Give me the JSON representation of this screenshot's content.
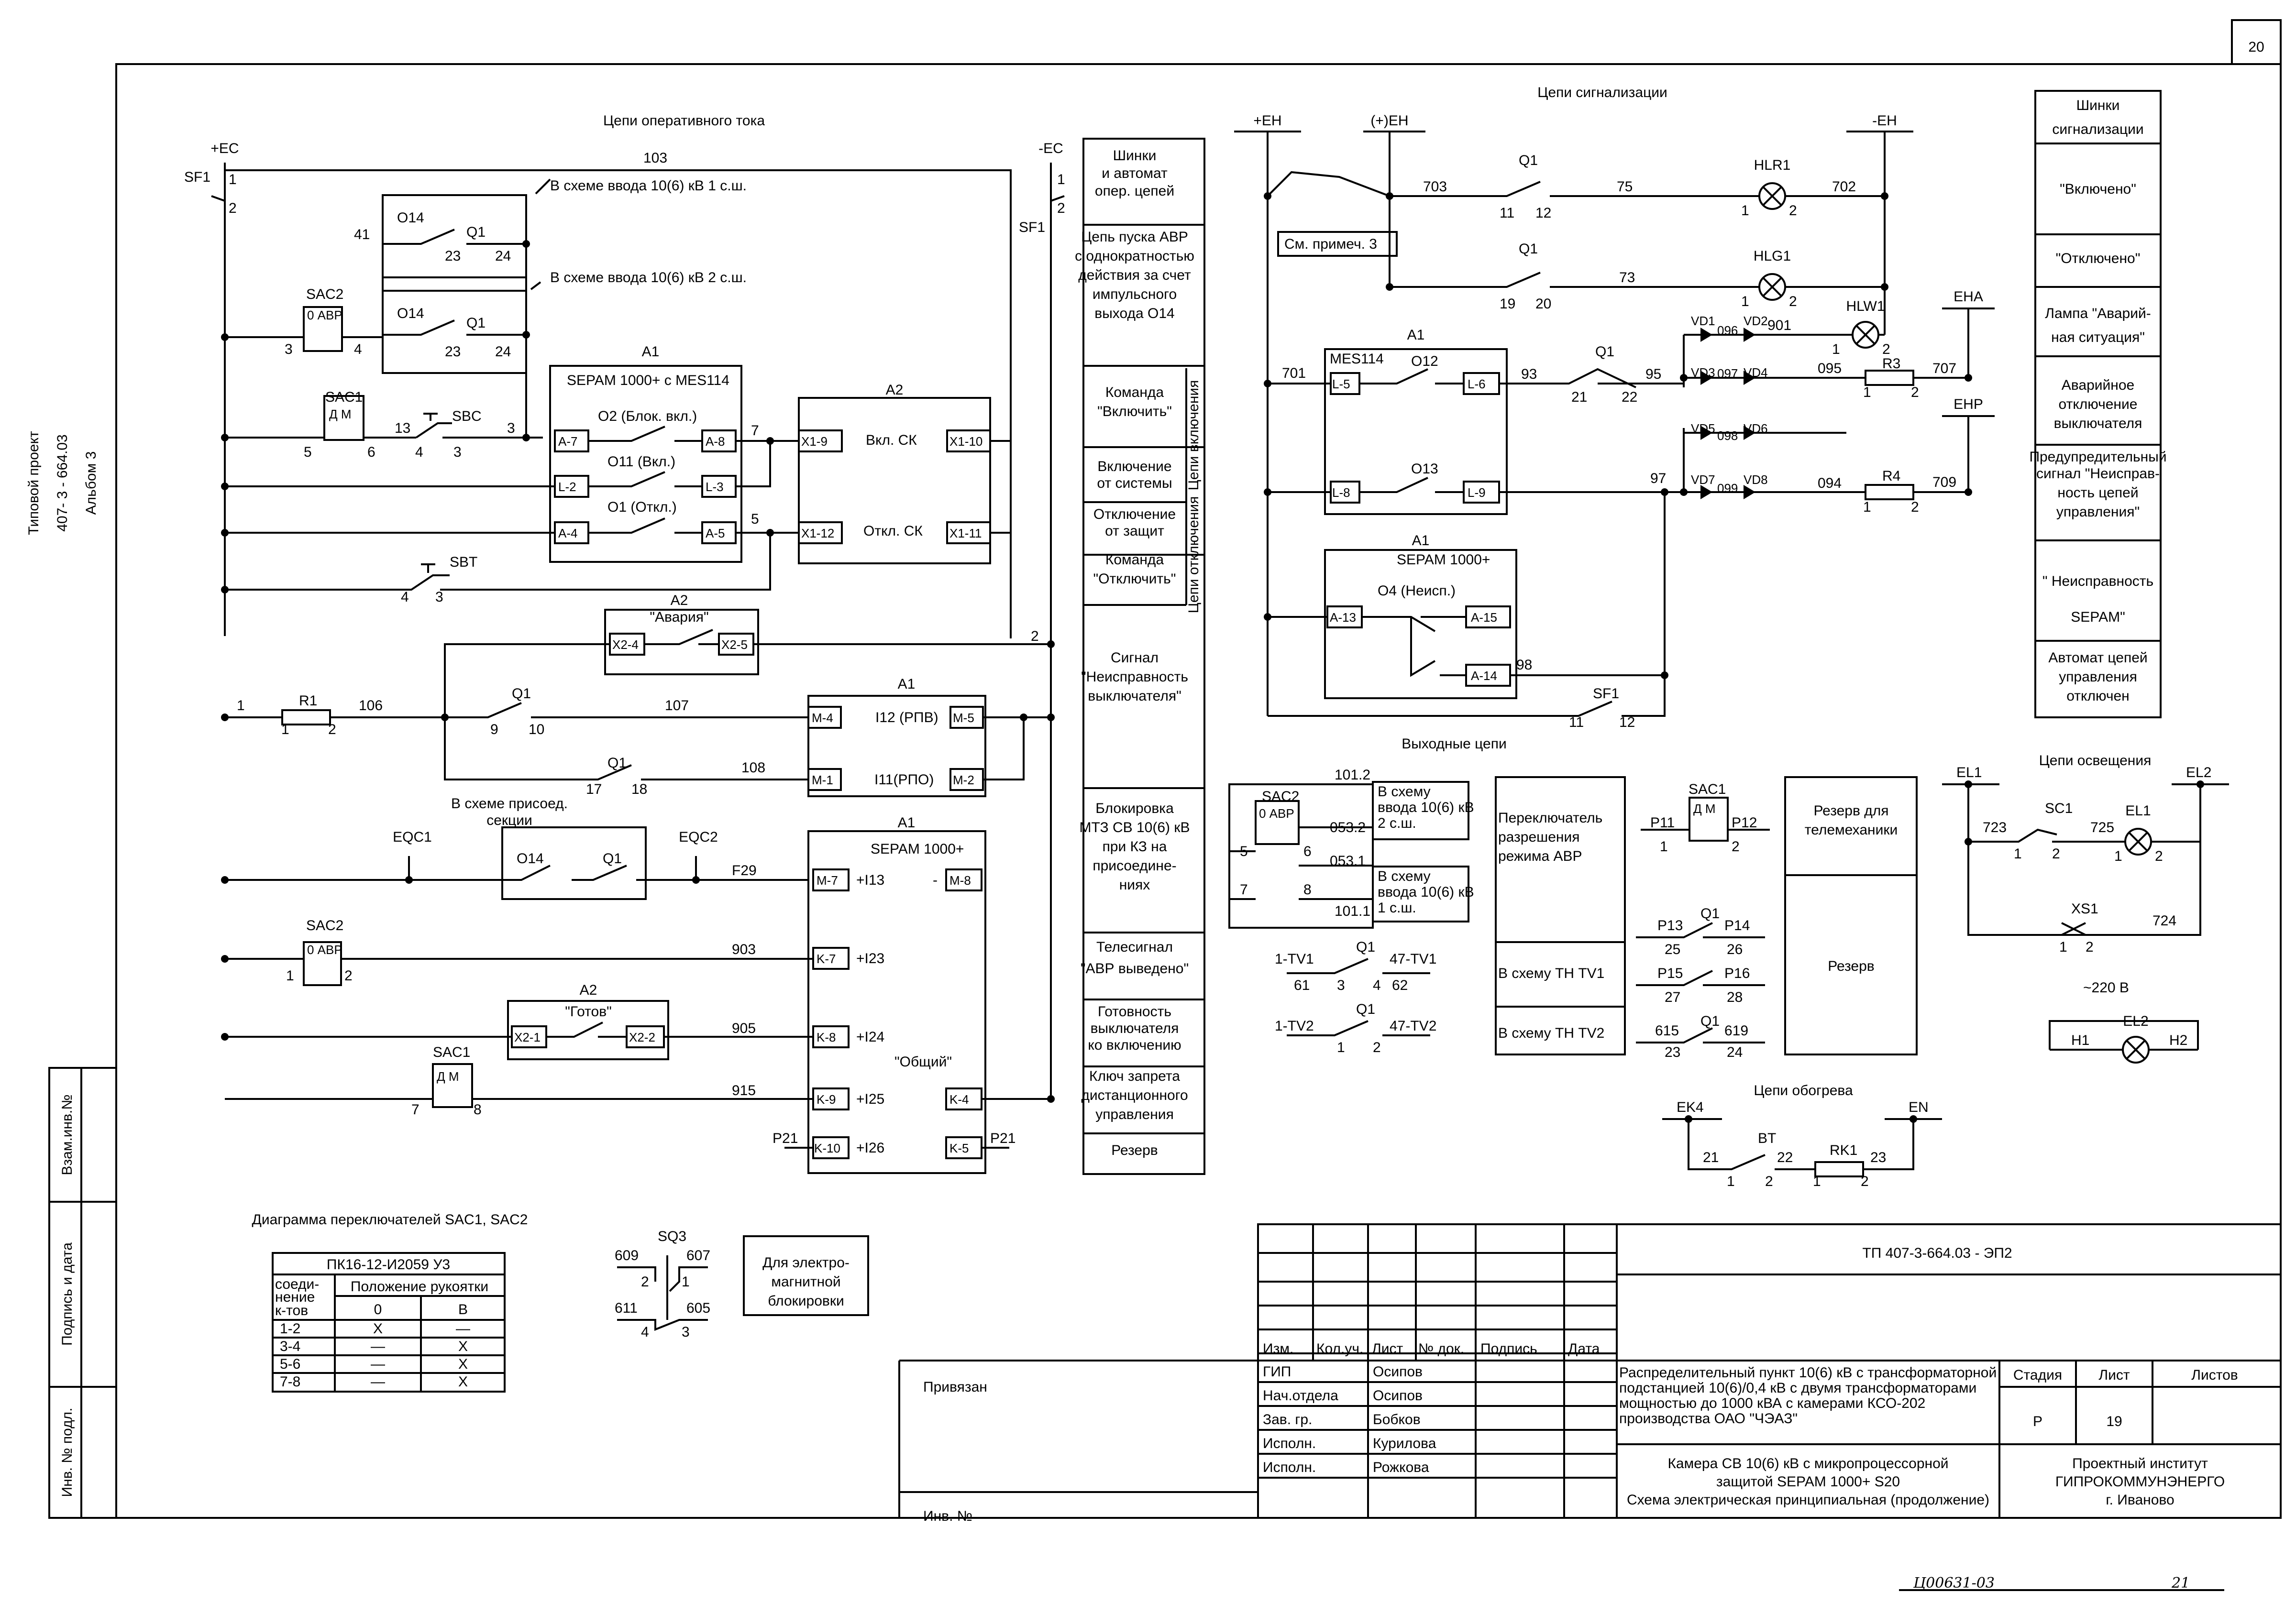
{
  "sheet_number": "20",
  "side_title": [
    "Типовой проект",
    "407- 3 - 664.03",
    "Альбом  3"
  ],
  "section_headers": {
    "operating": "Цепи оперативного тока",
    "signaling": "Цепи сигнализации",
    "output": "Выходные цепи",
    "lighting": "Цепи освещения",
    "heating": "Цепи обогрева",
    "switch_diagram": "Диаграмма переключателей SAC1, SAC2"
  },
  "op_labels": {
    "plus_ec": "+EC",
    "minus_ec": "-EC",
    "sf1": "SF1",
    "w103": "103",
    "note1": "В схеме ввода 10(6) кВ 1 с.ш.",
    "note2": "В схеме ввода 10(6) кВ 2 с.ш.",
    "o14": "O14",
    "q1": "Q1",
    "n41": "41",
    "n23": "23",
    "n24": "24",
    "sac2": "SAC2",
    "sac1": "SAC1",
    "o_abr": "0 АВР",
    "d_m": "Д  М",
    "sbc": "SBC",
    "sbt": "SBT",
    "n13": "13",
    "n3": "3",
    "n4": "4",
    "n5": "5",
    "n6": "6",
    "n7": "7",
    "n8": "8",
    "n1": "1",
    "n2": "2",
    "a1": "A1",
    "a2": "A2",
    "sepam_mes": "SEPAM 1000+ с MES114",
    "o2": "O2 (Блок. вкл.)",
    "o11": "O11 (Вкл.)",
    "o1": "O1 (Откл.)",
    "a7": "A-7",
    "a8": "A-8",
    "l2": "L-2",
    "l3": "L-3",
    "a4": "A-4",
    "a5": "A-5",
    "x19": "X1-9",
    "x110": "X1-10",
    "x112": "X1-12",
    "x111": "X1-11",
    "vkl_sk": "Вкл. СК",
    "otkl_sk": "Откл. СК",
    "avaria": "\"Авария\"",
    "x24": "X2-4",
    "x25": "X2-5",
    "r1": "R1",
    "w106": "106",
    "w107": "107",
    "w108": "108",
    "n9": "9",
    "n10": "10",
    "n17": "17",
    "n18": "18",
    "m4": "M-4",
    "m5": "M-5",
    "m1": "M-1",
    "m2": "M-2",
    "i12": "I12 (РПВ)",
    "i11": "I11(РПО)",
    "prisoed": "В схеме присоед.",
    "sekcii": "секции",
    "eqc1": "EQC1",
    "eqc2": "EQC2",
    "f29": "F29",
    "sepam": "SEPAM 1000+",
    "m7": "M-7",
    "m8": "M-8",
    "i13": "+I13",
    "minus": "-",
    "w903": "903",
    "k7": "K-7",
    "i23": "+I23",
    "gotov": "\"Готов\"",
    "x21": "X2-1",
    "x22": "X2-2",
    "w905": "905",
    "k8": "K-8",
    "i24": "+I24",
    "obshiy": "\"Общий\"",
    "w915": "915",
    "k9": "K-9",
    "i25": "+I25",
    "k4": "K-4",
    "p21": "P21",
    "k10": "K-10",
    "i26": "+I26",
    "k5": "K-5"
  },
  "op_legend": [
    "Шинки",
    "и автомат",
    "опер. цепей",
    "Цепь пуска АВР",
    "с однократностью",
    "действия за счет",
    "импульсного",
    "выхода O14",
    "Команда",
    "\"Включить\"",
    "Включение",
    "от системы",
    "Цепи включения",
    "Отключение",
    "от защит",
    "Команда",
    "\"Отключить\"",
    "Цепи отключения",
    "Сигнал",
    "\"Неисправность",
    "выключателя\"",
    "Блокировка",
    "МТЗ СВ 10(6) кВ",
    "при КЗ на",
    "присоедине-",
    "ниях",
    "Телесигнал",
    "\"АВР выведено\"",
    "Готовность",
    "выключателя",
    "ко включению",
    "Ключ запрета",
    "дистанционного",
    "управления",
    "Резерв"
  ],
  "sig_labels": {
    "plus_eh": "+EH",
    "pplus_eh": "(+)EH",
    "minus_eh": "-EH",
    "w703": "703",
    "w75": "75",
    "w702": "702",
    "w73": "73",
    "hlr1": "HLR1",
    "hlg1": "HLG1",
    "hlw1": "HLW1",
    "q1": "Q1",
    "n11": "11",
    "n12": "12",
    "n19": "19",
    "n20": "20",
    "note3": "См. примеч. 3",
    "n1": "1",
    "n2": "2",
    "vd1": "VD1",
    "vd2": "VD2",
    "vd3": "VD3",
    "vd4": "VD4",
    "vd5": "VD5",
    "vd6": "VD6",
    "vd7": "VD7",
    "vd8": "VD8",
    "w096": "096",
    "w097": "097",
    "w098": "098",
    "w099": "099",
    "w901": "901",
    "a1": "A1",
    "mes114": "MES114",
    "o12": "O12",
    "o13": "O13",
    "l5": "L-5",
    "l6": "L-6",
    "l8": "L-8",
    "l9": "L-9",
    "w701": "701",
    "w93": "93",
    "w95": "95",
    "w97": "97",
    "n21": "21",
    "n22": "22",
    "eha": "EHA",
    "ehp": "EHP",
    "r3": "R3",
    "r4": "R4",
    "w095": "095",
    "w707": "707",
    "w094": "094",
    "w709": "709",
    "sepam": "SEPAM 1000+",
    "o4": "O4  (Неисп.)",
    "a13": "A-13",
    "a15": "A-15",
    "a14": "A-14",
    "w98": "98",
    "sf1": "SF1"
  },
  "sig_legend": [
    "Шинки",
    "сигнализации",
    "\"Включено\"",
    "\"Отключено\"",
    "Лампа \"Аварий-",
    "ная ситуация\"",
    "Аварийное",
    "отключение",
    "выключателя",
    "Предупредительный",
    "сигнал \"Неисправ-",
    "ность цепей",
    "управления\"",
    "\" Неисправность",
    "SEPAM\"",
    "Автомат цепей",
    "управления",
    "отключен"
  ],
  "out_labels": {
    "sac2": "SAC2",
    "o_abr": "0 АВР",
    "w1012": "101.2",
    "w0532": "053.2",
    "w0531": "053.1",
    "w1011": "101.1",
    "vvod2": [
      "В схему",
      "ввода 10(6) кВ",
      "2 с.ш."
    ],
    "vvod1": [
      "В схему",
      "ввода 10(6) кВ",
      "1 с.ш."
    ],
    "n5": "5",
    "n6": "6",
    "n7": "7",
    "n8": "8",
    "q1": "Q1",
    "tv1a": "1-TV1",
    "tv1b": "47-TV1",
    "tv2a": "1-TV2",
    "tv2b": "47-TV2",
    "n61": "61",
    "n3": "3",
    "n4": "4",
    "n62": "62",
    "n1": "1",
    "n2": "2",
    "pereklyuch": [
      "Переключатель",
      "разрешения",
      "режима АВР"
    ],
    "tv1": "В схему ТН TV1",
    "tv2": "В схему ТН TV2",
    "sac1": "SAC1",
    "d_m": "Д  М",
    "p11": "P11",
    "p12": "P12",
    "p13": "P13",
    "p14": "P14",
    "n25": "25",
    "n26": "26",
    "p15": "P15",
    "p16": "P16",
    "n27": "27",
    "n28": "28",
    "w615": "615",
    "w619": "619",
    "n23": "23",
    "n24": "24",
    "rezerv_tm": [
      "Резерв для",
      "телемеханики"
    ],
    "rezerv": "Резерв"
  },
  "light_labels": {
    "el1": "EL1",
    "el2": "EL2",
    "sc1": "SC1",
    "w723": "723",
    "w725": "725",
    "xs1": "XS1",
    "w724": "724",
    "v220": "~220 В",
    "h1": "H1",
    "h2": "H2",
    "n1": "1",
    "n2": "2"
  },
  "heat_labels": {
    "ek4": "EK4",
    "en": "EN",
    "bt": "BT",
    "rk1": "RK1",
    "n21": "21",
    "n22": "22",
    "n23": "23",
    "n1": "1",
    "n2": "2"
  },
  "switch_table": {
    "header": "ПК16-12-И2059 У3",
    "col1": [
      "соеди-",
      "нение",
      "к-тов"
    ],
    "col_pos": "Положение рукоятки",
    "pos": [
      "0",
      "В"
    ],
    "rows": [
      [
        "1-2",
        "X",
        "—"
      ],
      [
        "3-4",
        "—",
        "X"
      ],
      [
        "5-6",
        "—",
        "X"
      ],
      [
        "7-8",
        "—",
        "X"
      ]
    ]
  },
  "sq3": {
    "name": "SQ3",
    "w609": "609",
    "w607": "607",
    "w611": "611",
    "w605": "605",
    "n1": "1",
    "n2": "2",
    "n3": "3",
    "n4": "4",
    "note": [
      "Для электро-",
      "магнитной",
      "блокировки"
    ]
  },
  "title_block": {
    "code": "ТП 407-3-664.03 - ЭП2",
    "cols": [
      "Изм.",
      "Кол.уч.",
      "Лист",
      "№ док.",
      "Подпись",
      "Дата"
    ],
    "roles": [
      [
        "ГИП",
        "Осипов"
      ],
      [
        "Нач.отдела",
        "Осипов"
      ],
      [
        "Зав. гр.",
        "Бобков"
      ],
      [
        "Исполн.",
        "Курилова"
      ],
      [
        "Исполн.",
        "Рожкова"
      ]
    ],
    "project": [
      "Распределительный пункт 10(6) кВ с трансформаторной",
      "подстанцией 10(6)/0,4 кВ с двумя трансформаторами",
      "мощностью до 1000 кВА с камерами КСО-202",
      "производства ОАО \"ЧЭАЗ\""
    ],
    "stage_h": "Стадия",
    "sheet_h": "Лист",
    "sheets_h": "Листов",
    "stage": "Р",
    "sheet": "19",
    "drawing": [
      "Камера СВ 10(6) кВ с микропроцессорной",
      "защитой SEPAM 1000+ S20",
      "Схема электрическая принципиальная (продолжение)"
    ],
    "institute": [
      "Проектный институт",
      "ГИПРОКОММУНЭНЕРГО",
      "г. Иваново"
    ],
    "privyazan": "Привязан",
    "inv": "Инв. №"
  },
  "side_stamp": [
    "Взам.инв.№",
    "Подпись и дата",
    "Инв. № подл."
  ],
  "footer_code": "Ц00631-03",
  "footer_num": "21"
}
